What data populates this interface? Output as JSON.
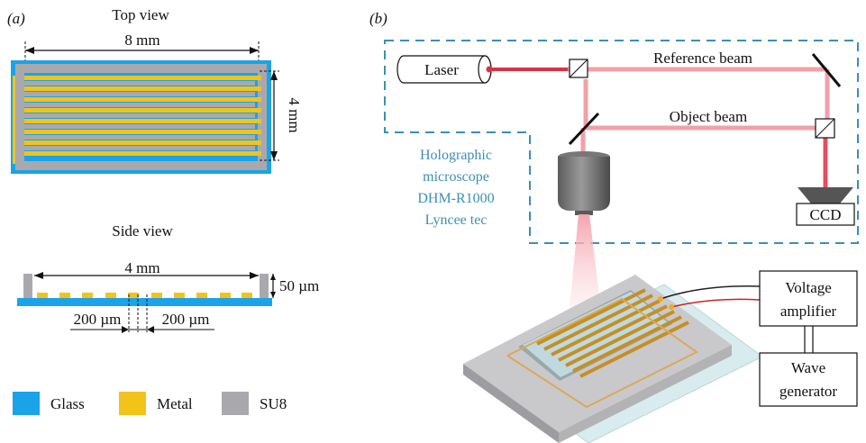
{
  "panel_a": {
    "label": "(a)",
    "top_view": {
      "title": "Top view",
      "width_dim": "8 mm",
      "height_dim": "4 mm"
    },
    "side_view": {
      "title": "Side view",
      "width_dim": "4 mm",
      "height_dim": "50 µm",
      "left_dim": "200 µm",
      "right_dim": "200 µm"
    },
    "legend": [
      {
        "label": "Glass",
        "color": "#1aa3e8"
      },
      {
        "label": "Metal",
        "color": "#f2c318"
      },
      {
        "label": "SU8",
        "color": "#a9a9ad"
      }
    ]
  },
  "panel_b": {
    "label": "(b)",
    "laser_label": "Laser",
    "reference_beam_label": "Reference beam",
    "object_beam_label": "Object beam",
    "ccd_label": "CCD",
    "microscope_lines": [
      "Holographic",
      "microscope",
      "DHM-R1000",
      "Lyncee tec"
    ],
    "amplifier_lines": [
      "Voltage",
      "amplifier"
    ],
    "generator_lines": [
      "Wave",
      "generator"
    ]
  },
  "colors": {
    "beam": "#f07a86",
    "beam_dark": "#d63345",
    "box_dashed": "#3a8fb4"
  }
}
